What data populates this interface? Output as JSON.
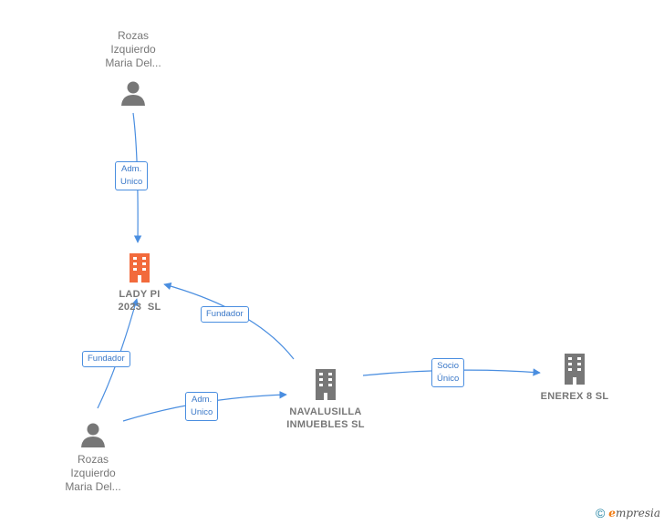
{
  "nodes": {
    "person_top": {
      "lines": [
        "Rozas",
        "Izquierdo",
        "Maria Del..."
      ]
    },
    "lady_pi": {
      "lines": [
        "LADY PI",
        "2023  SL"
      ]
    },
    "navalusilla": {
      "lines": [
        "NAVALUSILLA",
        "INMUEBLES SL"
      ]
    },
    "enerex": {
      "lines": [
        "ENEREX 8 SL"
      ]
    },
    "person_bottom": {
      "lines": [
        "Rozas",
        "Izquierdo",
        "Maria Del..."
      ]
    }
  },
  "edges": {
    "top_to_lady": [
      "Adm.",
      "Unico"
    ],
    "bottom_to_lady": [
      "Fundador"
    ],
    "nav_to_lady": [
      "Fundador"
    ],
    "bottom_to_nav": [
      "Adm.",
      "Unico"
    ],
    "nav_to_enerex": [
      "Socio",
      "Único"
    ]
  },
  "footer": {
    "copyright": "©",
    "brand_initial": "e",
    "brand_rest": "mpresia"
  },
  "colors": {
    "edge": "#4a8ee0",
    "focus_company": "#f26a3c",
    "company": "#777777",
    "person": "#777777"
  }
}
